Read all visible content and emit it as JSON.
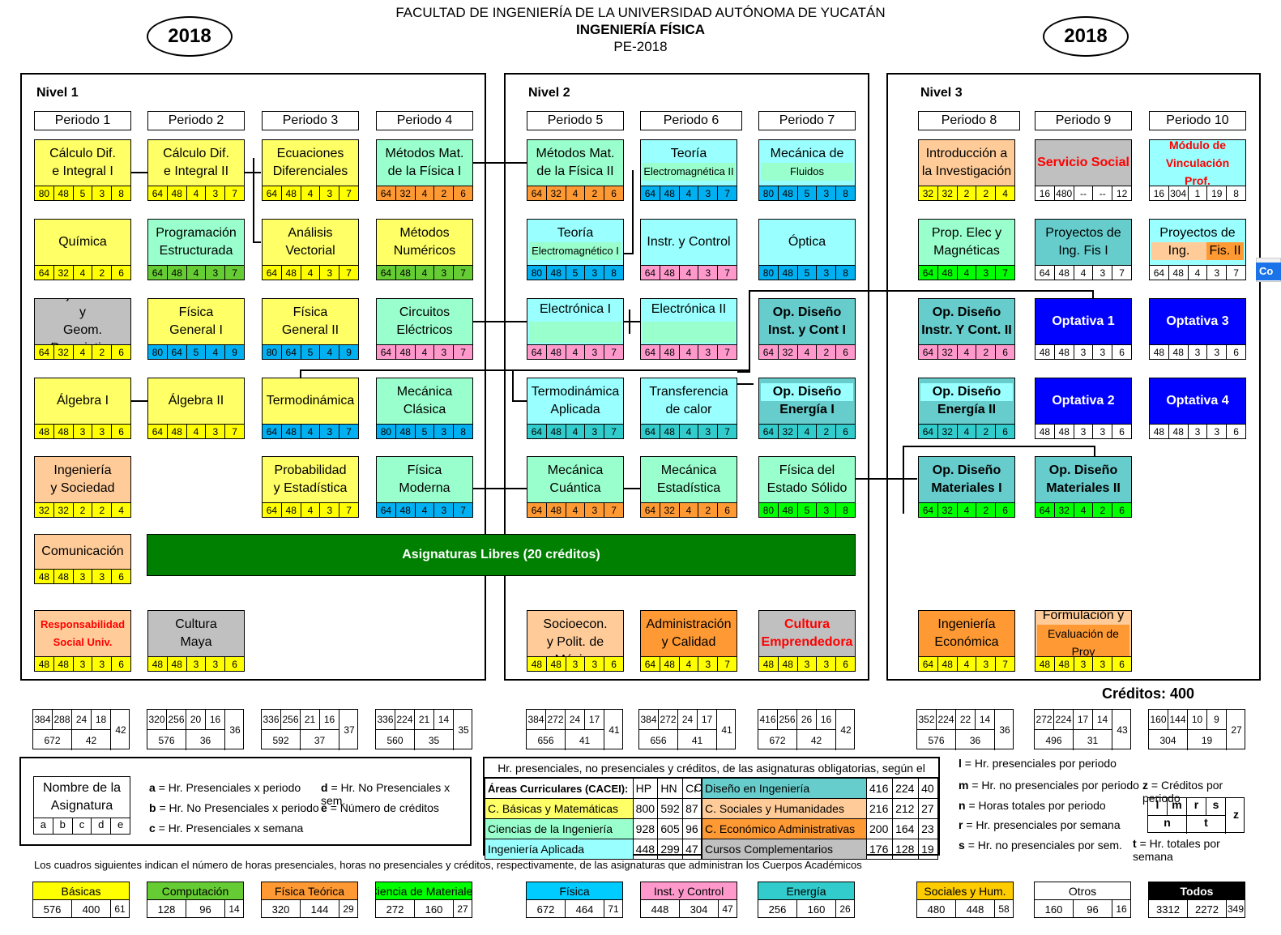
{
  "header": {
    "line1": "FACULTAD DE INGENIERÍA DE LA UNIVERSIDAD AUTÓNOMA DE YUCATÁN",
    "line2": "INGENIERÍA FÍSICA",
    "line3": "PE-2018",
    "year_left": "2018",
    "year_right": "2018"
  },
  "niveles": [
    "Nivel 1",
    "Nivel 2",
    "Nivel 3"
  ],
  "periodos": [
    "Periodo 1",
    "Periodo 2",
    "Periodo 3",
    "Periodo 4",
    "Periodo 5",
    "Periodo 6",
    "Periodo 7",
    "Periodo 8",
    "Periodo 9",
    "Periodo 10"
  ],
  "colors": {
    "yellow": "#ffff66",
    "green_light": "#99ffcc",
    "cyan": "#99ffff",
    "teal": "#66cccc",
    "orange_light": "#ffcc99",
    "orange": "#ff9933",
    "gray": "#c0c0c0",
    "blue": "#0000ff",
    "num_yellow": "#ffff00",
    "num_orange": "#ff9933",
    "num_blue": "#00b0f0",
    "num_pink": "#ff99cc",
    "num_green": "#00ff00",
    "num_teal": "#33cccc",
    "num_gray": "#ffffff",
    "num_dkgreen": "#66cc33",
    "libres": "#008000"
  },
  "subjects": [
    {
      "t": "Cálculo Dif.",
      "t2": "e Integral I",
      "n": [
        "80",
        "48",
        "5",
        "3",
        "8"
      ]
    },
    {
      "t": "Cálculo Dif.",
      "t2": "e Integral II",
      "n": [
        "64",
        "48",
        "4",
        "3",
        "7"
      ]
    },
    {
      "t": "Ecuaciones",
      "t2": "Diferenciales",
      "n": [
        "64",
        "48",
        "4",
        "3",
        "7"
      ]
    },
    {
      "t": "Métodos Mat.",
      "t2": "de la Física I",
      "n": [
        "64",
        "32",
        "4",
        "2",
        "6"
      ]
    },
    {
      "t": "Métodos Mat.",
      "t2": "de la Física II",
      "n": [
        "64",
        "32",
        "4",
        "2",
        "6"
      ]
    },
    {
      "t": "Teoría",
      "t2": "Electromagnética II",
      "n": [
        "64",
        "48",
        "4",
        "3",
        "7"
      ]
    },
    {
      "t": "Mecánica de",
      "t2": "Fluidos",
      "n": [
        "80",
        "48",
        "5",
        "3",
        "8"
      ]
    },
    {
      "t": "Introducción a",
      "t2": "la Investigación",
      "n": [
        "32",
        "32",
        "2",
        "2",
        "4"
      ]
    },
    {
      "t": "Servicio Social",
      "t2": "",
      "n": [
        "16",
        "480",
        "--",
        "--",
        "12"
      ]
    },
    {
      "t": "Módulo de",
      "t2": "Vinculación Prof.",
      "n": [
        "16",
        "304",
        "1",
        "19",
        "8"
      ]
    },
    {
      "t": "Química",
      "t2": "",
      "n": [
        "64",
        "32",
        "4",
        "2",
        "6"
      ]
    },
    {
      "t": "Programación",
      "t2": "Estructurada",
      "n": [
        "64",
        "48",
        "4",
        "3",
        "7"
      ]
    },
    {
      "t": "Análisis",
      "t2": "Vectorial",
      "n": [
        "64",
        "48",
        "4",
        "3",
        "7"
      ]
    },
    {
      "t": "Métodos",
      "t2": "Numéricos",
      "n": [
        "64",
        "48",
        "4",
        "3",
        "7"
      ]
    },
    {
      "t": "Teoría",
      "t2": "Electromagnético I",
      "n": [
        "80",
        "48",
        "5",
        "3",
        "8"
      ]
    },
    {
      "t": "Instr. y Control",
      "t2": "",
      "n": [
        "64",
        "48",
        "4",
        "3",
        "7"
      ]
    },
    {
      "t": "Óptica",
      "t2": "",
      "n": [
        "80",
        "48",
        "5",
        "3",
        "8"
      ]
    },
    {
      "t": "Prop. Elec y",
      "t2": "Magnéticas",
      "n": [
        "64",
        "48",
        "4",
        "3",
        "7"
      ]
    },
    {
      "t": "Proyectos de",
      "t2": "Ing. Fis I",
      "n": [
        "64",
        "48",
        "4",
        "3",
        "7"
      ]
    },
    {
      "t": "Proyectos de",
      "t2": "Ing.",
      "t3": "Fis. II",
      "n": [
        "64",
        "48",
        "4",
        "3",
        "7"
      ]
    },
    {
      "t": "Dibujo Técnico y",
      "t2": "Geom. Descriptiva",
      "n": [
        "64",
        "32",
        "4",
        "2",
        "6"
      ]
    },
    {
      "t": "Física",
      "t2": "General I",
      "n": [
        "80",
        "64",
        "5",
        "4",
        "9"
      ]
    },
    {
      "t": "Física",
      "t2": "General II",
      "n": [
        "80",
        "64",
        "5",
        "4",
        "9"
      ]
    },
    {
      "t": "Circuitos",
      "t2": "Eléctricos",
      "n": [
        "64",
        "48",
        "4",
        "3",
        "7"
      ]
    },
    {
      "t": "Electrónica I",
      "t2": "",
      "n": [
        "64",
        "48",
        "4",
        "3",
        "7"
      ]
    },
    {
      "t": "Electrónica II",
      "t2": "",
      "n": [
        "64",
        "48",
        "4",
        "3",
        "7"
      ]
    },
    {
      "t": "Op. Diseño",
      "t2": "Inst. y Cont I",
      "n": [
        "64",
        "32",
        "4",
        "2",
        "6"
      ]
    },
    {
      "t": "Op. Diseño",
      "t2": "Instr. Y Cont. II",
      "n": [
        "64",
        "32",
        "4",
        "2",
        "6"
      ]
    },
    {
      "t": "Optativa 1",
      "t2": "",
      "n": [
        "48",
        "48",
        "3",
        "3",
        "6"
      ]
    },
    {
      "t": "Optativa 3",
      "t2": "",
      "n": [
        "48",
        "48",
        "3",
        "3",
        "6"
      ]
    },
    {
      "t": "Álgebra I",
      "t2": "",
      "n": [
        "48",
        "48",
        "3",
        "3",
        "6"
      ]
    },
    {
      "t": "Álgebra II",
      "t2": "",
      "n": [
        "64",
        "48",
        "4",
        "3",
        "7"
      ]
    },
    {
      "t": "Termodinámica",
      "t2": "",
      "n": [
        "64",
        "48",
        "4",
        "3",
        "7"
      ]
    },
    {
      "t": "Mecánica",
      "t2": "Clásica",
      "n": [
        "80",
        "48",
        "5",
        "3",
        "8"
      ]
    },
    {
      "t": "Termodinámica",
      "t2": "Aplicada",
      "n": [
        "64",
        "48",
        "4",
        "3",
        "7"
      ]
    },
    {
      "t": "Transferencia",
      "t2": "de calor",
      "n": [
        "64",
        "48",
        "4",
        "3",
        "7"
      ]
    },
    {
      "t": "Op. Diseño",
      "t2": "Energía I",
      "n": [
        "64",
        "32",
        "4",
        "2",
        "6"
      ]
    },
    {
      "t": "Op. Diseño",
      "t2": "Energía II",
      "n": [
        "64",
        "32",
        "4",
        "2",
        "6"
      ]
    },
    {
      "t": "Optativa 2",
      "t2": "",
      "n": [
        "48",
        "48",
        "3",
        "3",
        "6"
      ]
    },
    {
      "t": "Optativa 4",
      "t2": "",
      "n": [
        "48",
        "48",
        "3",
        "3",
        "6"
      ]
    },
    {
      "t": "Ingeniería",
      "t2": "y Sociedad",
      "n": [
        "32",
        "32",
        "2",
        "2",
        "4"
      ]
    },
    {
      "t": "Probabilidad",
      "t2": "y Estadística",
      "n": [
        "64",
        "48",
        "4",
        "3",
        "7"
      ]
    },
    {
      "t": "Física",
      "t2": "Moderna",
      "n": [
        "64",
        "48",
        "4",
        "3",
        "7"
      ]
    },
    {
      "t": "Mecánica",
      "t2": "Cuántica",
      "n": [
        "64",
        "48",
        "4",
        "3",
        "7"
      ]
    },
    {
      "t": "Mecánica",
      "t2": "Estadística",
      "n": [
        "64",
        "32",
        "4",
        "2",
        "6"
      ]
    },
    {
      "t": "Física del",
      "t2": "Estado Sólido",
      "n": [
        "80",
        "48",
        "5",
        "3",
        "8"
      ]
    },
    {
      "t": "Op. Diseño",
      "t2": "Materiales I",
      "n": [
        "64",
        "32",
        "4",
        "2",
        "6"
      ]
    },
    {
      "t": "Op. Diseño",
      "t2": "Materiales II",
      "n": [
        "64",
        "32",
        "4",
        "2",
        "6"
      ]
    },
    {
      "t": "Comunicación",
      "t2": "",
      "n": [
        "48",
        "48",
        "3",
        "3",
        "6"
      ]
    },
    {
      "t": "Responsabilidad",
      "t2": "Social Univ.",
      "n": [
        "48",
        "48",
        "3",
        "3",
        "6"
      ]
    },
    {
      "t": "Cultura",
      "t2": "Maya",
      "n": [
        "48",
        "48",
        "3",
        "3",
        "6"
      ]
    },
    {
      "t": "Des. Socioecon.",
      "t2": "y Polit. de México",
      "n": [
        "48",
        "48",
        "3",
        "3",
        "6"
      ]
    },
    {
      "t": "Administración",
      "t2": "y Calidad",
      "n": [
        "64",
        "48",
        "4",
        "3",
        "7"
      ]
    },
    {
      "t": "Cultura",
      "t2": "Emprendedora",
      "n": [
        "48",
        "48",
        "3",
        "3",
        "6"
      ]
    },
    {
      "t": "Ingeniería",
      "t2": "Económica",
      "n": [
        "64",
        "48",
        "4",
        "3",
        "7"
      ]
    },
    {
      "t": "Formulación y",
      "t2": "Evaluación de Proy",
      "n": [
        "48",
        "48",
        "3",
        "3",
        "6"
      ]
    }
  ],
  "libres": "Asignaturas Libres (20 créditos)",
  "creditos": "Créditos: 400",
  "period_totals": [
    {
      "a": "384",
      "b": "288",
      "c": "24",
      "d": "18",
      "e": "672",
      "f": "42",
      "g": "42"
    },
    {
      "a": "320",
      "b": "256",
      "c": "20",
      "d": "16",
      "e": "576",
      "f": "36",
      "g": "36"
    },
    {
      "a": "336",
      "b": "256",
      "c": "21",
      "d": "16",
      "e": "592",
      "f": "37",
      "g": "37"
    },
    {
      "a": "336",
      "b": "224",
      "c": "21",
      "d": "14",
      "e": "560",
      "f": "35",
      "g": "35"
    },
    {
      "a": "384",
      "b": "272",
      "c": "24",
      "d": "17",
      "e": "656",
      "f": "41",
      "g": "41"
    },
    {
      "a": "384",
      "b": "272",
      "c": "24",
      "d": "17",
      "e": "656",
      "f": "41",
      "g": "41"
    },
    {
      "a": "416",
      "b": "256",
      "c": "26",
      "d": "16",
      "e": "672",
      "f": "42",
      "g": "42"
    },
    {
      "a": "352",
      "b": "224",
      "c": "22",
      "d": "14",
      "e": "576",
      "f": "36",
      "g": "36"
    },
    {
      "a": "272",
      "b": "224",
      "c": "17",
      "d": "14",
      "e": "496",
      "f": "31",
      "g": "43"
    },
    {
      "a": "160",
      "b": "144",
      "c": "10",
      "d": "9",
      "e": "304",
      "f": "19",
      "g": "27"
    }
  ],
  "legend1": {
    "box_title": "Nombre de la",
    "box_title2": "Asignatura",
    "letters": [
      "a",
      "b",
      "c",
      "d",
      "e"
    ],
    "a": "= Hr. Presenciales x periodo",
    "b": "= Hr. No Presenciales x periodo",
    "c": "= Hr. Presenciales x semana",
    "d": "= Hr. No Presenciales x sem.",
    "e": "= Número de créditos"
  },
  "cacei": {
    "title": "Hr. presenciales, no presenciales y créditos, de las asignaturas obligatorias, según el CACEI",
    "h0": "Áreas Curriculares (CACEI):",
    "h1": "HP",
    "h2": "HN",
    "h3": "Cr",
    "left": [
      [
        "C. Básicas y Matemáticas",
        "800",
        "592",
        "87"
      ],
      [
        "Ciencias de la Ingeniería",
        "928",
        "605",
        "96"
      ],
      [
        "Ingeniería Aplicada",
        "448",
        "299",
        "47"
      ]
    ],
    "right": [
      [
        "Diseño en Ingeniería",
        "416",
        "224",
        "40"
      ],
      [
        "C. Sociales y Humanidades",
        "216",
        "212",
        "27"
      ],
      [
        "C. Económico Administrativas",
        "200",
        "164",
        "23"
      ],
      [
        "Cursos Complementarios",
        "176",
        "128",
        "19"
      ]
    ]
  },
  "legend3": {
    "l": "= Hr. presenciales por periodo",
    "m": "= Hr. no presenciales por periodo",
    "z": "= Créditos por periodo",
    "n": "= Horas totales por periodo",
    "r": "= Hr. presenciales por semana",
    "s": "= Hr. no presenciales por sem.",
    "t": "= Hr. totales por semana"
  },
  "note": "Los cuadros siguientes indican el número de horas presenciales, horas no presenciales y créditos, respectivamente, de las asignaturas que administran los Cuerpos Académicos",
  "cuerpos": [
    {
      "name": "Básicas",
      "v": [
        "576",
        "400",
        "61"
      ]
    },
    {
      "name": "Computación",
      "v": [
        "128",
        "96",
        "14"
      ]
    },
    {
      "name": "Física Teórica",
      "v": [
        "320",
        "144",
        "29"
      ]
    },
    {
      "name": "Ciencia de Materiales",
      "v": [
        "272",
        "160",
        "27"
      ]
    },
    {
      "name": "Física",
      "v": [
        "672",
        "464",
        "71"
      ]
    },
    {
      "name": "Inst. y Control",
      "v": [
        "448",
        "304",
        "47"
      ]
    },
    {
      "name": "Energía",
      "v": [
        "256",
        "160",
        "26"
      ]
    },
    {
      "name": "Sociales y Hum.",
      "v": [
        "480",
        "448",
        "58"
      ]
    },
    {
      "name": "Otros",
      "v": [
        "160",
        "96",
        "16"
      ]
    },
    {
      "name": "Todos",
      "v": [
        "3312",
        "2272",
        "349"
      ]
    }
  ],
  "side_fragment": "Co"
}
